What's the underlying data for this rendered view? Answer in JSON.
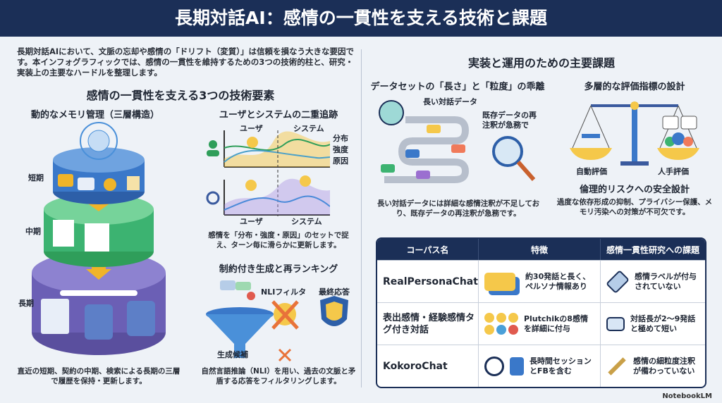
{
  "title": "長期対話AI：感情の一貫性を支える技術と課題",
  "intro": "長期対話AIにおいて、文脈の忘却や感情の「ドリフト（変質）」は信頼を損なう大きな要因です。本インフォグラフィックでは、感情の一貫性を維持するための3つの技術的柱と、研究・実装上の主要なハードルを整理します。",
  "left": {
    "heading": "感情の一貫性を支える3つの技術要素",
    "memory": {
      "title": "動的なメモリ管理（三層構造）",
      "short": "短期",
      "mid": "中期",
      "long": "長期",
      "caption": "直近の短期、契約の中期、検索による長期の三層で履歴を保持・更新します。"
    },
    "tracking": {
      "title": "ユーザとシステムの二重追跡",
      "user": "ユーザ",
      "system": "システム",
      "legend": [
        "分布",
        "強度",
        "原因"
      ],
      "caption": "感情を「分布・強度・原因」のセットで捉え、ターン毎に滑らかに更新します。"
    },
    "rerank": {
      "title": "制約付き生成と再ランキング",
      "nli": "NLIフィルタ",
      "final": "最終応答",
      "candidates": "生成候補",
      "caption": "自然言語推論（NLI）を用い、過去の文脈と矛盾する応答をフィルタリングします。"
    }
  },
  "right": {
    "heading": "実装と運用のための主要課題",
    "dataset": {
      "title": "データセットの「長さ」と「粒度」の乖離",
      "long_data": "長い対話データ",
      "reannot": "既存データの再注釈が急務で",
      "caption": "長い対話データには詳細な感情注釈が不足しており、既存データの再注釈が急務です。"
    },
    "eval": {
      "title": "多層的な評価指標の設計",
      "auto": "自動評価",
      "human": "人手評価"
    },
    "ethics": {
      "title": "倫理的リスクへの安全設計",
      "caption": "過度な依存形成の抑制、プライバシー保護、メモリ汚染への対策が不可欠です。"
    },
    "table": {
      "headers": [
        "コーパス名",
        "特徴",
        "感情一貫性研究への課題"
      ],
      "rows": [
        {
          "name": "RealPersonaChat",
          "feature": "約30発話と長く、ペルソナ情報あり",
          "issue": "感情ラベルが付与されていない"
        },
        {
          "name": "表出感情・経験感情タグ付き対話",
          "feature": "Plutchikの8感情を詳細に付与",
          "issue": "対話長が2〜9発話と極めて短い"
        },
        {
          "name": "KokoroChat",
          "feature": "長時間セッションとFBを含む",
          "issue": "感情の細粒度注釈が備わっていない"
        }
      ]
    }
  },
  "brand": "NotebookLM"
}
